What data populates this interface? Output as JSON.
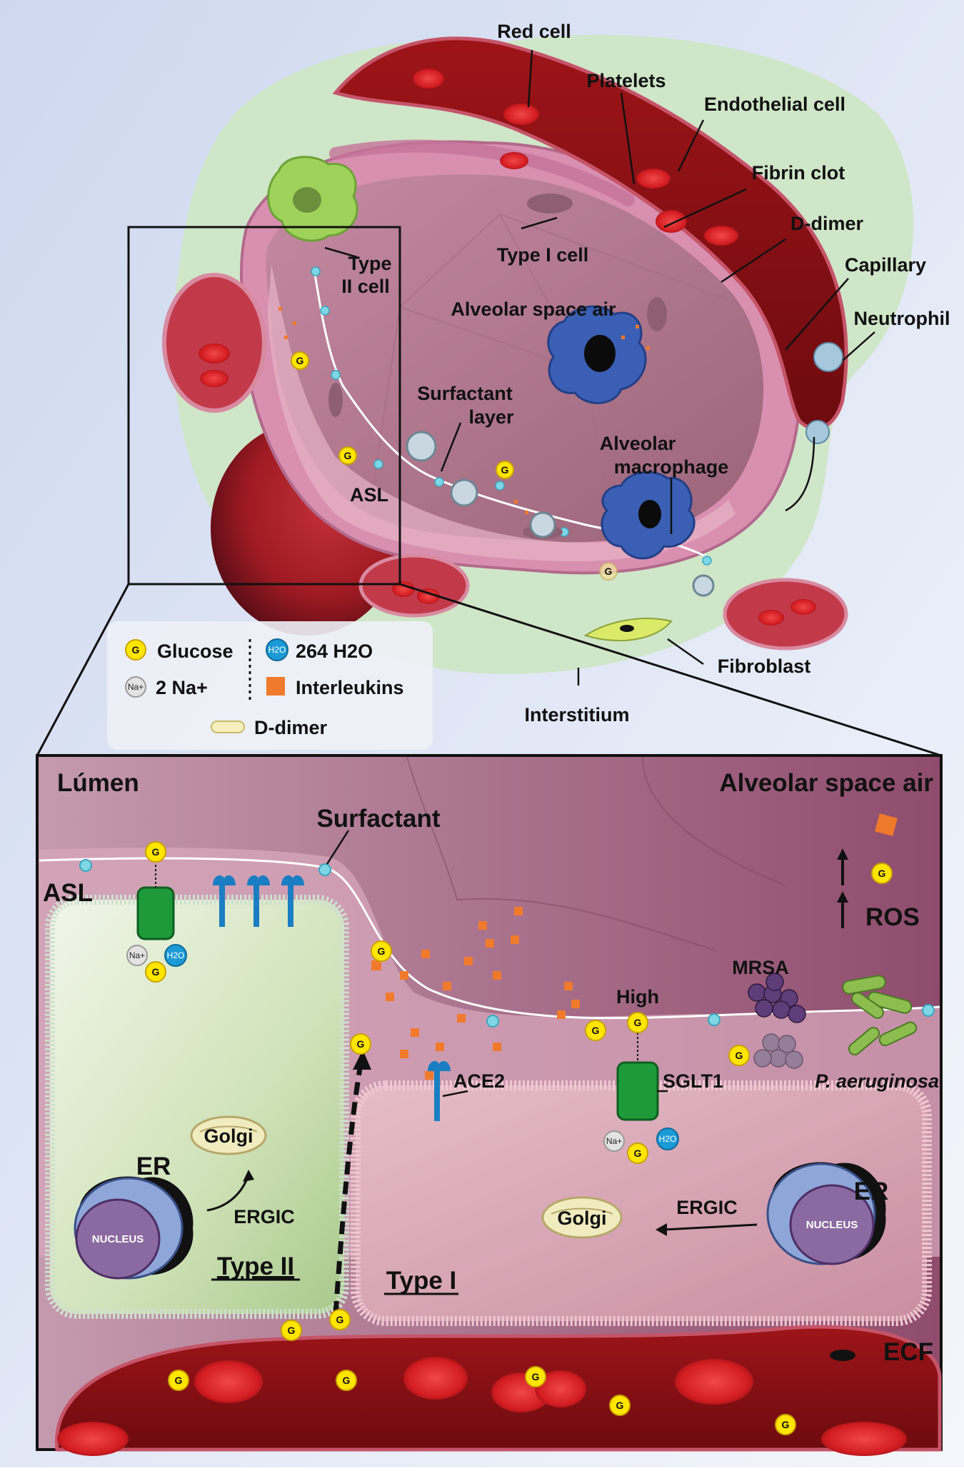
{
  "top_panel": {
    "labels": {
      "red_cell": "Red cell",
      "platelets": "Platelets",
      "endothelial_cell": "Endothelial cell",
      "fibrin_clot": "Fibrin clot",
      "d_dimer": "D-dimer",
      "capillary": "Capillary",
      "neutrophil": "Neutrophil",
      "type_ii_line1": "Type",
      "type_ii_line2": "II cell",
      "type_i_cell": "Type I cell",
      "alveolar_space_air": "Alveolar space air",
      "surfactant_line1": "Surfactant",
      "surfactant_line2": "layer",
      "macrophage_line1": "Alveolar",
      "macrophage_line2": "macrophage",
      "asl": "ASL",
      "fibroblast": "Fibroblast",
      "interstitium": "Interstitium"
    }
  },
  "legend": {
    "glucose_symbol": "G",
    "glucose": "Glucose",
    "sodium_symbol": "Na+",
    "sodium": "2 Na+",
    "water_symbol": "H2O",
    "water": "264 H2O",
    "interleukins": "Interleukins",
    "d_dimer": "D-dimer"
  },
  "bottom_panel": {
    "labels": {
      "lumen": "Lúmen",
      "alveolar_space_air": "Alveolar space air",
      "surfactant": "Surfactant",
      "asl": "ASL",
      "ros": "ROS",
      "mrsa": "MRSA",
      "high": "High",
      "ace2": "ACE2",
      "sglt1": "SGLT1",
      "p_aeruginosa": "P. aeruginosa",
      "golgi_left": "Golgi",
      "golgi_right": "Golgi",
      "er_left": "ER",
      "er_right": "ER",
      "ergic_left": "ERGIC",
      "ergic_right": "ERGIC",
      "nucleus_left": "NUCLEUS",
      "nucleus_right": "NUCLEUS",
      "type_ii": "Type II",
      "type_i": "Type I",
      "ecf": "ECF"
    }
  },
  "colors": {
    "background": "#dfe7f5",
    "interstitium": "#cfe6c8",
    "blood": "#b3171d",
    "alveolar_wall": "#d98fb0",
    "alveolar_space": "#b58196",
    "macrophage": "#3a5fb4",
    "interleukin": "#f07a2c",
    "glucose": "#ffe500",
    "water": "#1b9ad6",
    "transporter": "#1e9a3a"
  }
}
